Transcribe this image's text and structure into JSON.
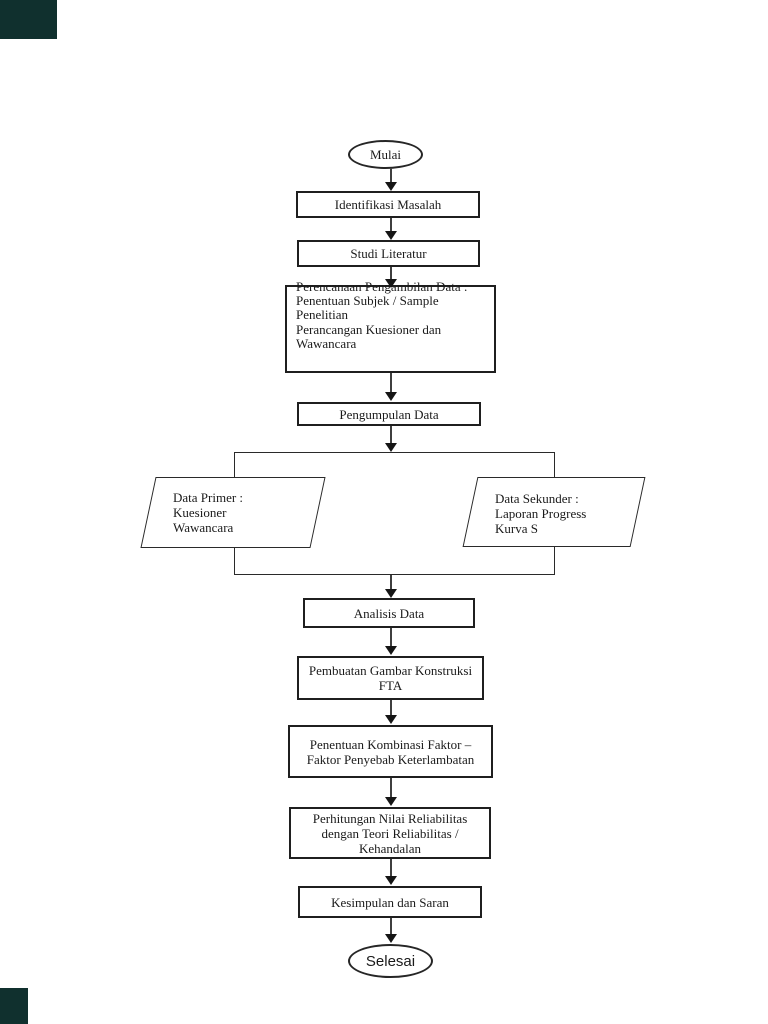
{
  "colors": {
    "background": "#ffffff",
    "shape_border": "#1f1f1f",
    "text_ink": "#1a1a1a",
    "arrow_line": "#3f3f3f",
    "arrow_head": "#151515",
    "corner_artifact": "#10302e"
  },
  "nodes": {
    "mulai": {
      "label": "Mulai"
    },
    "identifikasi_masalah": {
      "label": "Identifikasi Masalah"
    },
    "studi_literatur": {
      "label": "Studi Literatur"
    },
    "perencanaan_pengambilan_data": {
      "lines": [
        "Perencanaan Pengambilan Data :",
        "Penentuan Subjek / Sample",
        "Penelitian",
        "Perancangan Kuesioner dan",
        "Wawancara"
      ]
    },
    "pengumpulan_data": {
      "label": "Pengumpulan Data"
    },
    "data_primer": {
      "lines": [
        "Data Primer :",
        "Kuesioner",
        "Wawancara"
      ]
    },
    "data_sekunder": {
      "lines": [
        "Data Sekunder :",
        "Laporan Progress",
        "Kurva S"
      ]
    },
    "analisis_data": {
      "label": "Analisis Data"
    },
    "pembuatan_gambar_fta": {
      "lines": [
        "Pembuatan Gambar Konstruksi",
        "FTA"
      ]
    },
    "penentuan_kombinasi": {
      "lines": [
        "Penentuan Kombinasi Faktor –",
        "Faktor Penyebab Keterlambatan"
      ]
    },
    "perhitungan_reliabilitas": {
      "lines": [
        "Perhitungan Nilai Reliabilitas",
        "dengan Teori Reliabilitas /",
        "Kehandalan"
      ]
    },
    "kesimpulan_saran": {
      "label": "Kesimpulan dan Saran"
    },
    "selesai": {
      "label": "Selesai"
    }
  }
}
